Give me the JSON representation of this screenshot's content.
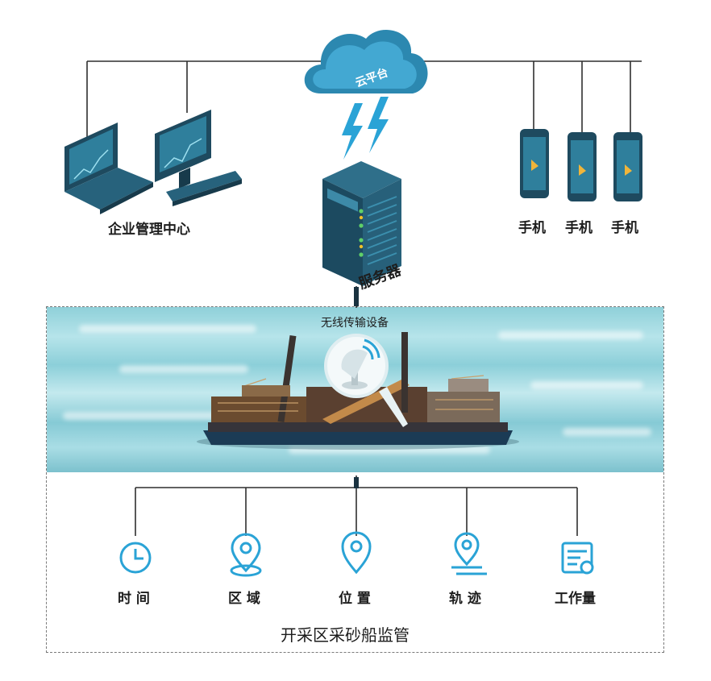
{
  "cloud": {
    "label": "云平台"
  },
  "left_group": {
    "label": "企业管理中心"
  },
  "server": {
    "label": "服务器"
  },
  "phones": [
    {
      "label": "手机"
    },
    {
      "label": "手机"
    },
    {
      "label": "手机"
    }
  ],
  "wireless": {
    "label": "无线传输设备"
  },
  "features": [
    {
      "label": "时 间",
      "icon": "clock-icon"
    },
    {
      "label": "区 域",
      "icon": "area-pin-icon"
    },
    {
      "label": "位 置",
      "icon": "location-pin-icon"
    },
    {
      "label": "轨 迹",
      "icon": "track-pin-icon"
    },
    {
      "label": "工作量",
      "icon": "workload-doc-icon"
    }
  ],
  "footer": {
    "label": "开采区采砂船监管"
  },
  "colors": {
    "accent": "#2aa3d6",
    "dark_teal": "#1e4a5f",
    "line": "#333333"
  }
}
